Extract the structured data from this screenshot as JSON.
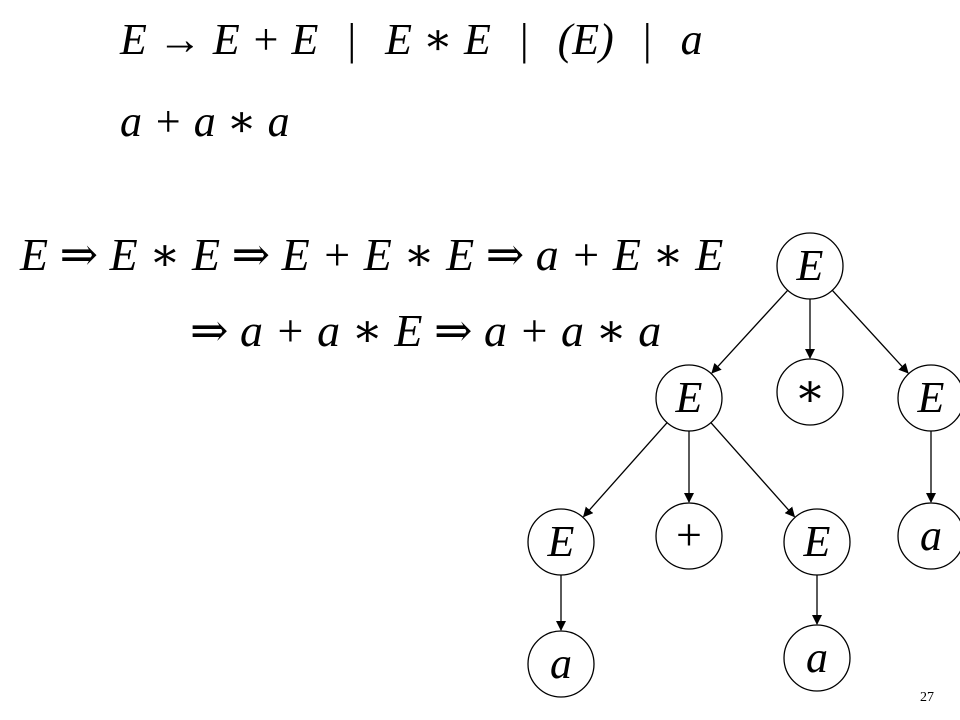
{
  "slide": {
    "grammar": {
      "lhs": "E",
      "arrow": "→",
      "alternatives": [
        "E + E",
        "E ∗ E",
        "(E)",
        "a"
      ],
      "separator": "|"
    },
    "input_string": "a + a ∗ a",
    "derivation": {
      "line1": "E ⇒ E ∗ E ⇒ E + E ∗ E ⇒ a + E ∗ E",
      "line2": "⇒ a + a ∗ E ⇒ a + a ∗ a"
    },
    "parse_tree": {
      "nodes": [
        {
          "id": "root",
          "label": "E",
          "children": [
            "n_left_E",
            "n_star",
            "n_right_E"
          ]
        },
        {
          "id": "n_left_E",
          "label": "E",
          "children": [
            "n_ll_E",
            "n_plus",
            "n_lr_E"
          ]
        },
        {
          "id": "n_star",
          "label": "∗",
          "children": []
        },
        {
          "id": "n_right_E",
          "label": "E",
          "children": [
            "n_right_a"
          ]
        },
        {
          "id": "n_ll_E",
          "label": "E",
          "children": [
            "n_ll_a"
          ]
        },
        {
          "id": "n_plus",
          "label": "+",
          "children": []
        },
        {
          "id": "n_lr_E",
          "label": "E",
          "children": [
            "n_lr_a"
          ]
        },
        {
          "id": "n_right_a",
          "label": "a",
          "children": []
        },
        {
          "id": "n_ll_a",
          "label": "a",
          "children": []
        },
        {
          "id": "n_lr_a",
          "label": "a",
          "children": []
        }
      ]
    },
    "page_number": "27"
  }
}
